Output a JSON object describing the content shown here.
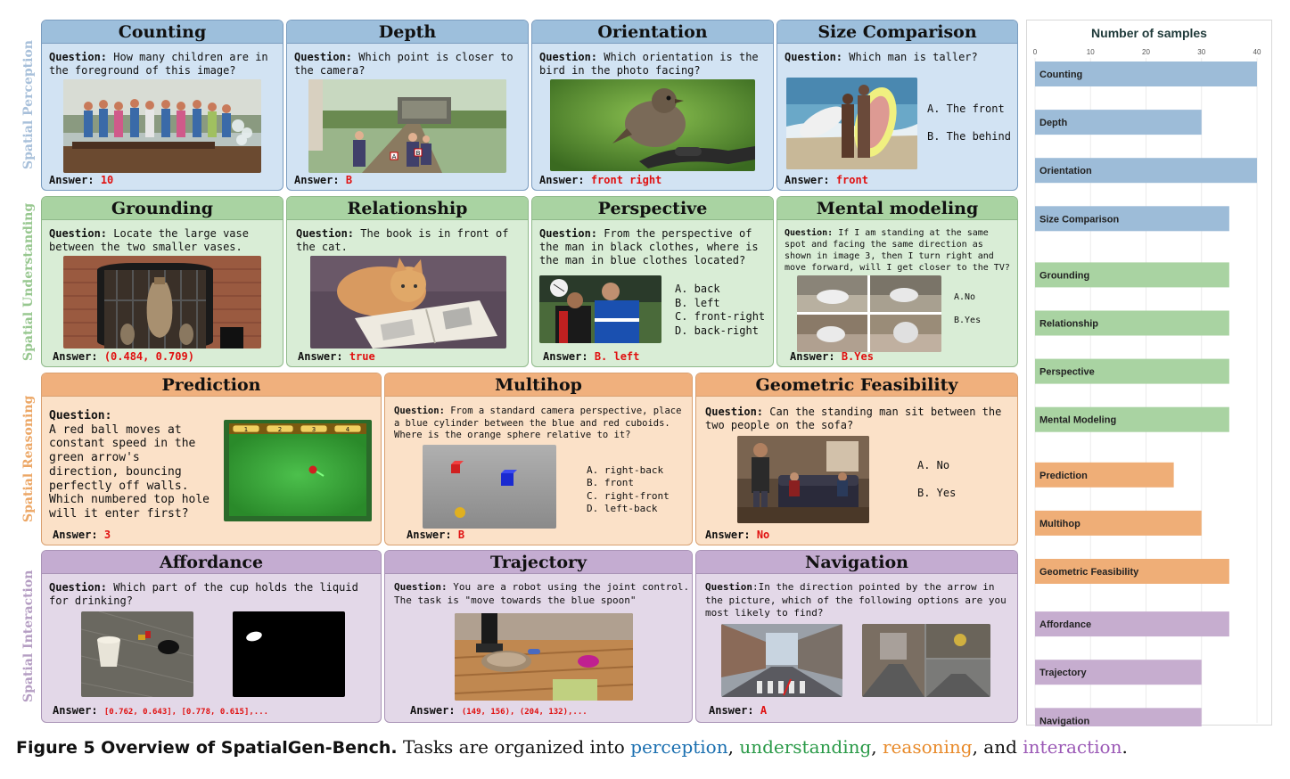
{
  "colors": {
    "perception": "#1a6fb0",
    "understanding": "#2a9a48",
    "reasoning": "#e88a2a",
    "interaction": "#9b59b6",
    "answer": "#e01010"
  },
  "rows": {
    "perception": "Spatial Perception",
    "understanding": "Spatial Understanding",
    "reasoning": "Spatial Reasoning",
    "interaction": "Spatial Interaction"
  },
  "cards": {
    "counting": {
      "title": "Counting",
      "qlabel": "Question:",
      "question": " How many children are in the foreground of this image?",
      "alabel": "Answer:",
      "answer": "10"
    },
    "depth": {
      "title": "Depth",
      "qlabel": "Question:",
      "question": " Which point is closer to the camera?",
      "alabel": "Answer:",
      "answer": "B"
    },
    "orientation": {
      "title": "Orientation",
      "qlabel": "Question:",
      "question": " Which orientation is the bird in the photo facing?",
      "alabel": "Answer:",
      "answer": "front right"
    },
    "size": {
      "title": "Size Comparison",
      "qlabel": "Question:",
      "question": " Which man is taller?",
      "options": "A. The front\n\nB. The behind",
      "alabel": "Answer:",
      "answer": "front"
    },
    "grounding": {
      "title": "Grounding",
      "qlabel": "Question:",
      "question": " Locate the large vase between the two smaller vases.",
      "alabel": "Answer:",
      "answer": "(0.484, 0.709)"
    },
    "relationship": {
      "title": "Relationship",
      "qlabel": "Question:",
      "question": " The book is in front of the cat.",
      "alabel": "Answer:",
      "answer": "true"
    },
    "perspective": {
      "title": "Perspective",
      "qlabel": "Question:",
      "question": " From the perspective of the man in black clothes, where is the man in blue clothes located?",
      "options": "A. back\nB. left\nC. front-right\nD. back-right",
      "alabel": "Answer:",
      "answer": "B. left"
    },
    "mental": {
      "title": "Mental modeling",
      "qlabel": "Question:",
      "question": " If I am standing at the same spot and facing the same direction as shown in image 3, then I turn right and move forward, will I get closer to the TV?",
      "options": "A.No\n\nB.Yes",
      "alabel": "Answer:",
      "answer": "B.Yes"
    },
    "prediction": {
      "title": "Prediction",
      "qlabel": "Question:",
      "question": "A red ball moves at constant speed in the green arrow's direction, bouncing perfectly off walls. Which numbered top hole will it enter first?",
      "holes": [
        "1",
        "2",
        "3",
        "4"
      ],
      "alabel": "Answer:",
      "answer": "3"
    },
    "multihop": {
      "title": "Multihop",
      "qlabel": "Question:",
      "question": " From a standard camera perspective, place a blue cylinder between the blue and red cuboids. Where is the orange sphere relative to it?",
      "options": "A. right-back\nB. front\nC. right-front\nD. left-back",
      "alabel": "Answer:",
      "answer": "B"
    },
    "geometric": {
      "title": "Geometric Feasibility",
      "qlabel": "Question:",
      "question": " Can the standing man sit between the two people on the sofa?",
      "options": "A. No\n\nB. Yes",
      "alabel": "Answer:",
      "answer": "No"
    },
    "affordance": {
      "title": "Affordance",
      "qlabel": "Question:",
      "question": " Which part of the cup holds the liquid for drinking?",
      "alabel": "Answer:",
      "answer": "[0.762, 0.643], [0.778, 0.615],..."
    },
    "trajectory": {
      "title": "Trajectory",
      "qlabel": "Question:",
      "question": " You are a robot using the joint control. The task is \"move towards the blue spoon\"",
      "alabel": "Answer:",
      "answer": "(149, 156), (204, 132),..."
    },
    "navigation": {
      "title": "Navigation",
      "qlabel": "Question",
      "question": ":In the direction pointed by the arrow in the picture, which of the following options are you most likely to find?",
      "alabel": "Answer:",
      "answer": "A"
    }
  },
  "depth_points": [
    "A",
    "B"
  ],
  "chart_data": {
    "type": "bar",
    "orientation": "horizontal",
    "title": "Number of samples",
    "xlim": [
      0,
      40
    ],
    "ticks": [
      0,
      10,
      20,
      30,
      40
    ],
    "categories": [
      "Counting",
      "Depth",
      "Orientation",
      "Size Comparison",
      "Grounding",
      "Relationship",
      "Perspective",
      "Mental Modeling",
      "Prediction",
      "Multihop",
      "Geometric Feasibility",
      "Affordance",
      "Trajectory",
      "Navigation"
    ],
    "values": [
      40,
      30,
      40,
      35,
      35,
      35,
      35,
      35,
      25,
      30,
      35,
      35,
      30,
      30
    ],
    "groups": [
      "perception",
      "perception",
      "perception",
      "perception",
      "understanding",
      "understanding",
      "understanding",
      "understanding",
      "reasoning",
      "reasoning",
      "reasoning",
      "interaction",
      "interaction",
      "interaction"
    ],
    "bar_colors": {
      "perception": "#9dbcd8",
      "understanding": "#a9d3a2",
      "reasoning": "#efae77",
      "interaction": "#c6adcf"
    },
    "grid": true
  },
  "caption": {
    "fig": "Figure 5",
    "title": "Overview of SpatialGen-Bench.",
    "pre": " Tasks are organized into ",
    "perception": "perception",
    "c1": ", ",
    "understanding": "understanding",
    "c2": ", ",
    "reasoning": "reasoning",
    "c3": ", and ",
    "interaction": "interaction",
    "end": "."
  }
}
